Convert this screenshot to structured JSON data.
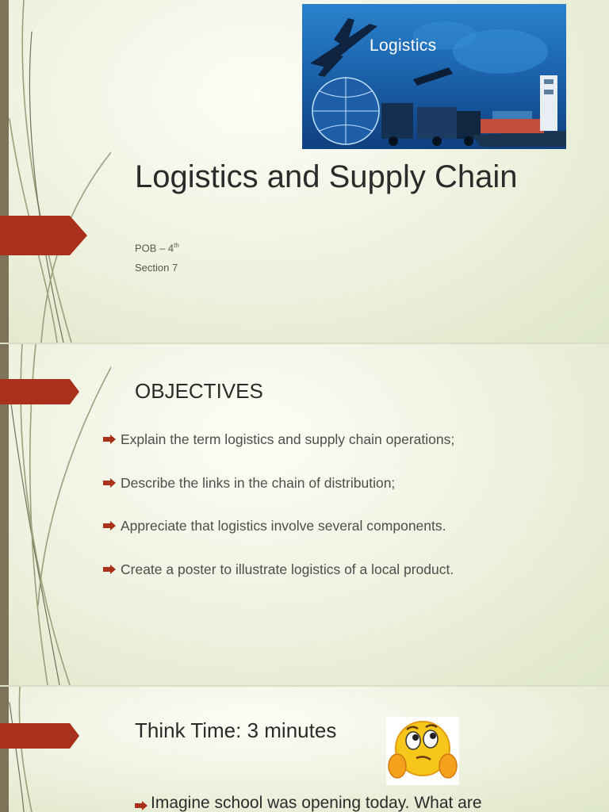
{
  "slides": [
    {
      "hero_image": {
        "label": "Logistics"
      },
      "title": "Logistics and Supply Chain",
      "course": "POB – 4",
      "course_sup": "th",
      "section": "Section 7"
    },
    {
      "heading": "OBJECTIVES",
      "bullets": [
        "Explain the term logistics and supply chain operations;",
        "Describe the links in the chain of distribution;",
        "Appreciate that logistics involve several components.",
        "Create a poster to illustrate logistics of a local product."
      ]
    },
    {
      "heading": "Think Time: 3 minutes",
      "emoji": "thinking-face-emoji",
      "bullet": "Imagine school was opening today. What are"
    }
  ],
  "colors": {
    "accent_red": "#a9301b",
    "left_bar": "#7c7358",
    "hero_blue": "#1c65ae",
    "text": "#2b2b2b"
  },
  "icons": [
    "arrow-bullet-icon",
    "section-tag-icon",
    "thinking-face-emoji"
  ]
}
